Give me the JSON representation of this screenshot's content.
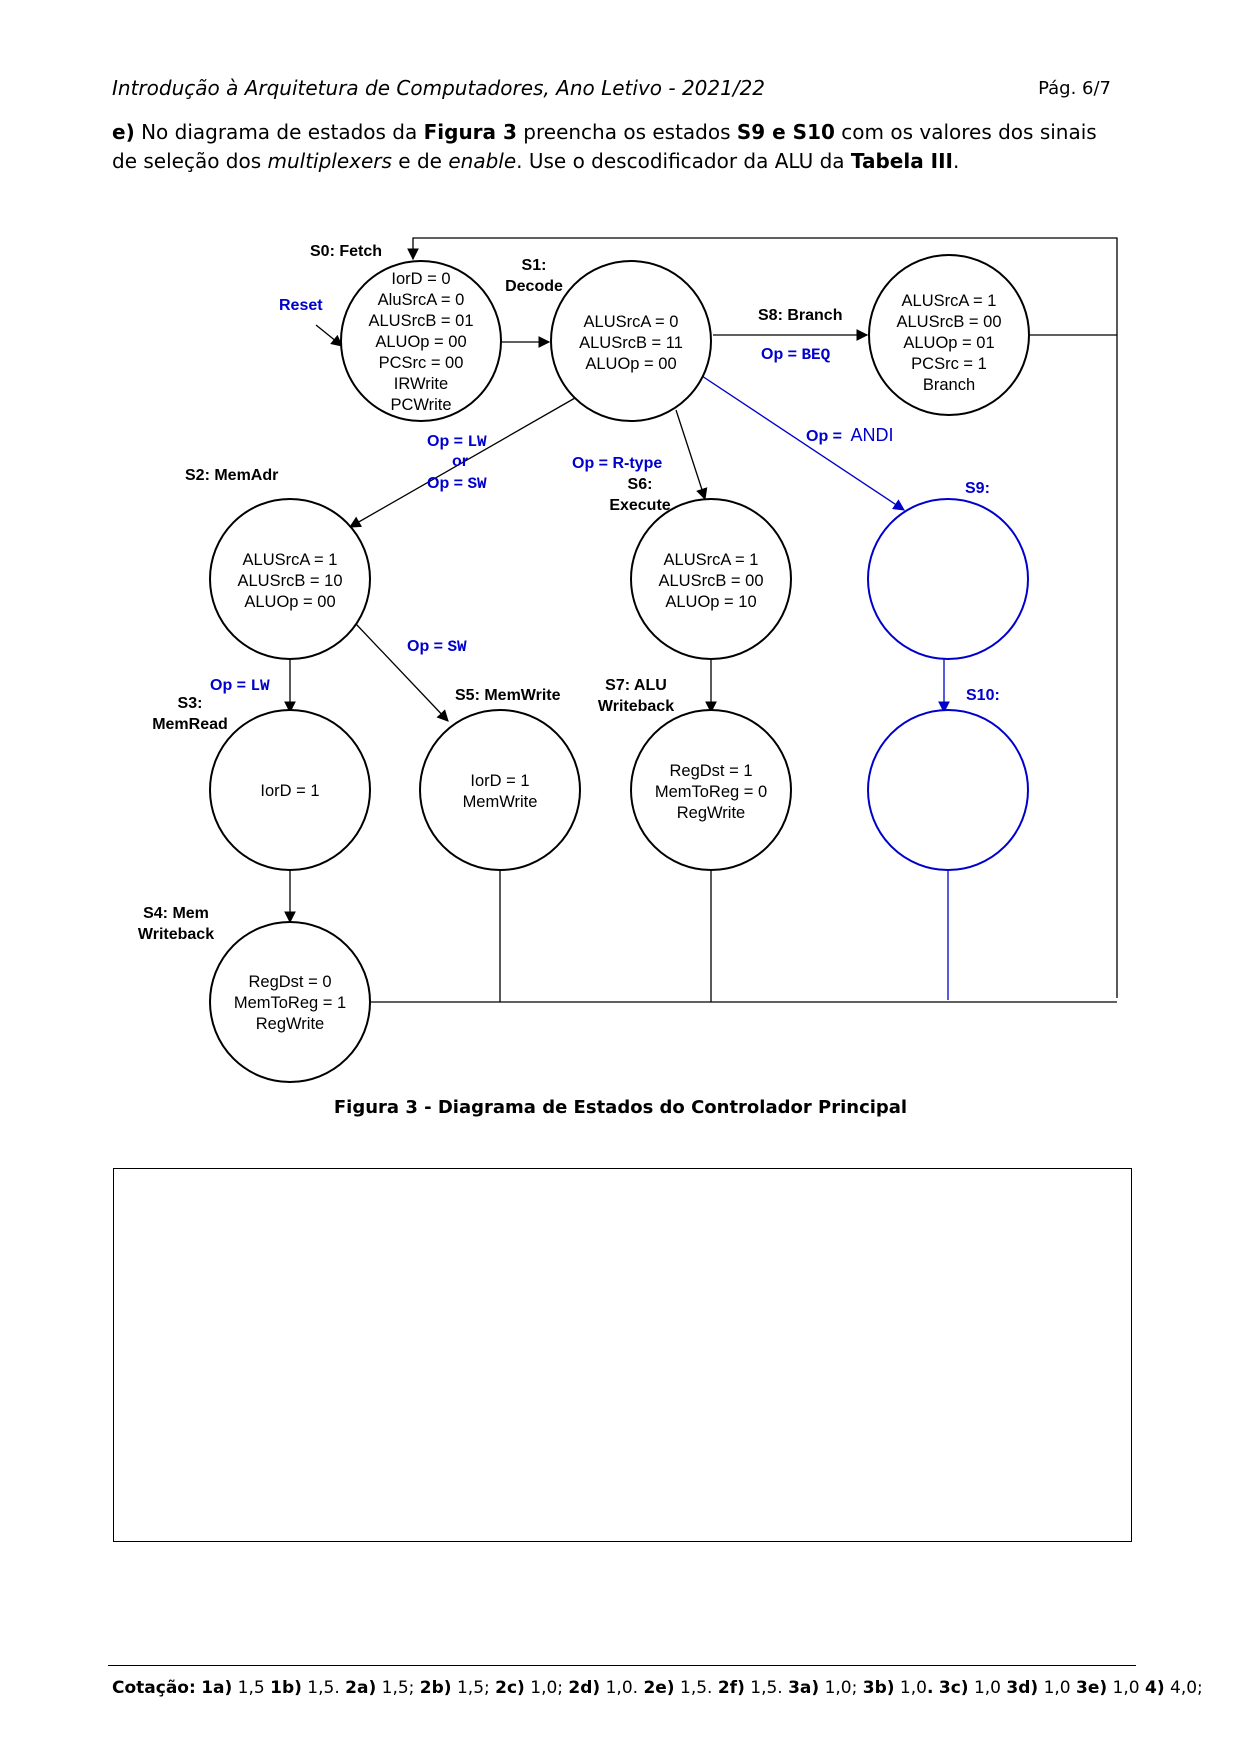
{
  "header": {
    "title": "Introdução à Arquitetura de Computadores, Ano Letivo - 2021/22",
    "page": "Pág. 6/7"
  },
  "question": {
    "label": "e)",
    "t1": " No diagrama de estados da ",
    "b1": "Figura 3",
    "t2": " preencha os estados ",
    "b2": "S9 e S10",
    "t3": " com os valores dos sinais de seleção dos ",
    "i1": "multiplexers",
    "t4": " e de ",
    "i2": "enable",
    "t5": ". Use o descodificador da ALU da ",
    "b3": "Tabela III",
    "t6": "."
  },
  "diagram": {
    "colors": {
      "black": "#000000",
      "blue": "#0000cc"
    },
    "s0": {
      "label": "S0: Fetch",
      "lines": [
        "IorD = 0",
        "AluSrcA = 0",
        "ALUSrcB = 01",
        "ALUOp = 00",
        "PCSrc = 00",
        "IRWrite",
        "PCWrite"
      ]
    },
    "reset": "Reset",
    "s1": {
      "label1": "S1:",
      "label2": "Decode",
      "lines": [
        "ALUSrcA = 0",
        "ALUSrcB = 11",
        "ALUOp = 00"
      ]
    },
    "s8": {
      "label": "S8: Branch",
      "lines": [
        "ALUSrcA = 1",
        "ALUSrcB = 00",
        "ALUOp = 01",
        "PCSrc = 1",
        "Branch"
      ]
    },
    "op_beq": {
      "prefix": "Op = ",
      "code": "BEQ"
    },
    "op_andi": {
      "prefix": "Op = ",
      "value": "ANDI"
    },
    "op_lw_sw": {
      "prefix1": "Op = ",
      "code1": "LW",
      "or": "or",
      "prefix2": "Op = ",
      "code2": "SW"
    },
    "op_rtype": "Op = R-type",
    "s2": {
      "label": "S2: MemAdr",
      "lines": [
        "ALUSrcA = 1",
        "ALUSrcB = 10",
        "ALUOp = 00"
      ]
    },
    "s6": {
      "label1": "S6:",
      "label2": "Execute",
      "lines": [
        "ALUSrcA = 1",
        "ALUSrcB = 00",
        "ALUOp = 10"
      ]
    },
    "s9": {
      "label": "S9:"
    },
    "op_sw": {
      "prefix": "Op = ",
      "code": "SW"
    },
    "op_lw": {
      "prefix": "Op = ",
      "code": "LW"
    },
    "s3": {
      "label1": "S3:",
      "label2": "MemRead",
      "lines": [
        "IorD = 1"
      ]
    },
    "s5": {
      "label": "S5: MemWrite",
      "lines": [
        "IorD = 1",
        "MemWrite"
      ]
    },
    "s7": {
      "label1": "S7: ALU",
      "label2": "Writeback",
      "lines": [
        "RegDst = 1",
        "MemToReg = 0",
        "RegWrite"
      ]
    },
    "s10": {
      "label": "S10:"
    },
    "s4": {
      "label1": "S4: Mem",
      "label2": "Writeback",
      "lines": [
        "RegDst = 0",
        "MemToReg = 1",
        "RegWrite"
      ]
    }
  },
  "caption": "Figura 3 - Diagrama de Estados do Controlador Principal",
  "footer": {
    "label": "Cotação:",
    "items": [
      {
        "k": "1a)",
        "v": " 1,5 "
      },
      {
        "k": "1b)",
        "v": " 1,5. "
      },
      {
        "k": "2a)",
        "v": " 1,5; "
      },
      {
        "k": "2b)",
        "v": " 1,5; "
      },
      {
        "k": "2c)",
        "v": " 1,0; "
      },
      {
        "k": "2d)",
        "v": " 1,0. "
      },
      {
        "k": "2e)",
        "v": " 1,5. "
      },
      {
        "k": "2f)",
        "v": " 1,5. "
      },
      {
        "k": "3a)",
        "v": " 1,0; "
      },
      {
        "k": "3b)",
        "v": " 1,0"
      },
      {
        "k": ".",
        "v": " "
      },
      {
        "k": "3c)",
        "v": " 1,0 "
      },
      {
        "k": "3d)",
        "v": " 1,0 "
      },
      {
        "k": "3e)",
        "v": " 1,0 "
      },
      {
        "k": "4)",
        "v": " 4,0;"
      }
    ]
  }
}
